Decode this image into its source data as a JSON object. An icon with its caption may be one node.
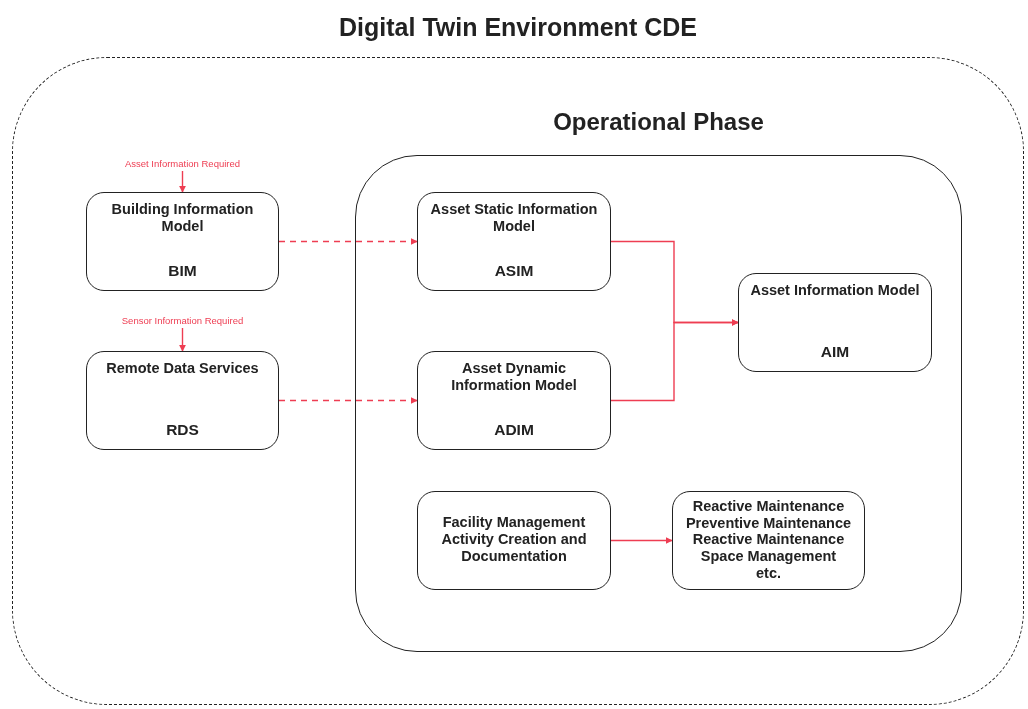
{
  "diagram": {
    "nodes": [
      {
        "text": [
          "Digital Twin Environment CDE"
        ]
      },
      {
        "text": [
          "Operational Phase"
        ],
        "in": 0
      },
      {
        "text": [
          "Asset Information Required"
        ],
        "in": 0
      },
      {
        "text": [
          "Building Information Model",
          "BIM"
        ],
        "in": 0
      },
      {
        "text": [
          "Sensor Information Required"
        ],
        "in": 0
      },
      {
        "text": [
          "Remote Data Services",
          "RDS"
        ],
        "in": 0
      },
      {
        "text": [
          "Asset Static Information Model",
          "ASIM"
        ],
        "in": 1
      },
      {
        "text": [
          "Asset Dynamic Information Model",
          "ADIM"
        ],
        "in": 1
      },
      {
        "text": [
          "Asset Information Model",
          "AIM"
        ],
        "in": 1
      },
      {
        "text": [
          "Facility Management Activity Creation and Documentation"
        ],
        "in": 1
      },
      {
        "text": [
          "Reactive Maintenance",
          "Preventive Maintenance",
          "Reactive Maintenance",
          "Space Management",
          "etc."
        ],
        "in": 1
      }
    ],
    "edges": [
      {
        "from": 2,
        "to": 3,
        "arrow": "to"
      },
      {
        "from": 4,
        "to": 5,
        "arrow": "to"
      },
      {
        "from": 3,
        "to": 6,
        "arrow": "to",
        "style": "dashed"
      },
      {
        "from": 5,
        "to": 7,
        "arrow": "to",
        "style": "dashed"
      },
      {
        "from": 6,
        "to": 8,
        "arrow": "to"
      },
      {
        "from": 7,
        "to": 8,
        "arrow": "to"
      },
      {
        "from": 9,
        "to": 10,
        "arrow": "to"
      }
    ]
  }
}
